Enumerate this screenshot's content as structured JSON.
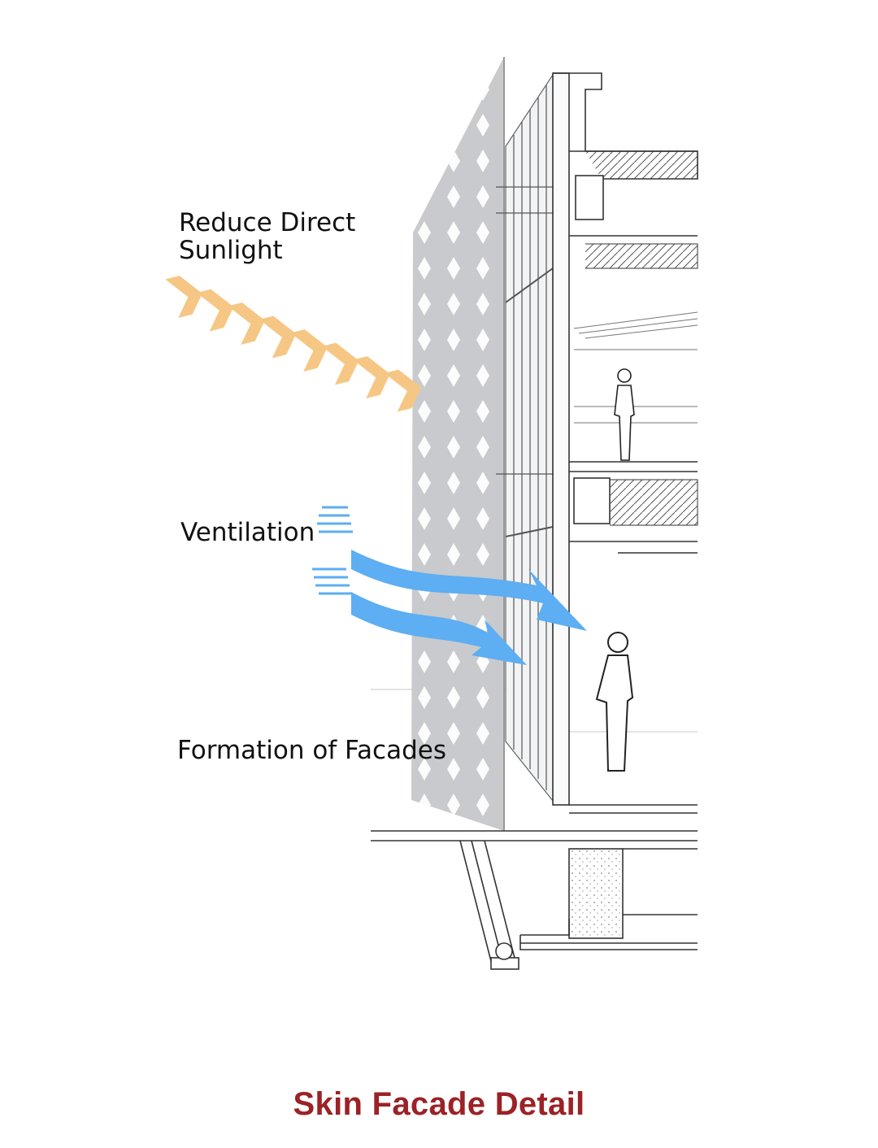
{
  "labels": {
    "sunlight_line1": "Reduce Direct",
    "sunlight_line2": "Sunlight",
    "ventilation": "Ventilation",
    "facades": "Formation of Facades"
  },
  "caption": "Skin Facade Detail",
  "colors": {
    "caption": "#9b2226",
    "sun_arrows": "#f6c784",
    "ventilation_arrows": "#5daef2",
    "perforated_skin": "#c8cacd",
    "line_work": "#333333"
  },
  "icons": [
    "sunlight-chevron-arrows",
    "ventilation-flow-arrows",
    "person-silhouette"
  ]
}
